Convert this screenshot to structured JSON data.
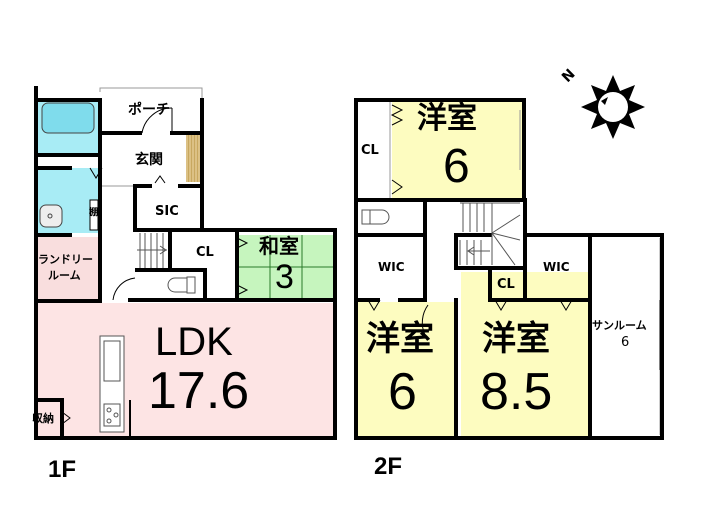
{
  "floors": {
    "first": {
      "label": "1F",
      "rooms": {
        "porch": "ポーチ",
        "entrance": "玄関",
        "sic": "SIC",
        "cl": "CL",
        "japanese_room": {
          "name": "和室",
          "size": "3"
        },
        "laundry": {
          "line1": "ランドリー",
          "line2": "ルーム"
        },
        "shelf": "棚",
        "ldk": {
          "name": "LDK",
          "size": "17.6"
        },
        "storage": "収納"
      }
    },
    "second": {
      "label": "2F",
      "rooms": {
        "western_top": {
          "name": "洋室",
          "size": "6"
        },
        "cl_top": "CL",
        "wic_left": "WIC",
        "wic_right": "WIC",
        "cl_mid": "CL",
        "western_left": {
          "name": "洋室",
          "size": "6"
        },
        "western_right": {
          "name": "洋室",
          "size": "8.5"
        },
        "sunroom": {
          "name": "サンルーム",
          "size": "6"
        }
      }
    }
  },
  "compass": {
    "north_label": "N",
    "icon": "sun-compass-icon"
  },
  "colors": {
    "bath": "#a8ecf5",
    "laundry": "#f9dede",
    "japanese": "#c6f5be",
    "ldk": "#fde4e4",
    "western": "#fdfcc0",
    "genkan_floor": "#dcc185",
    "wall": "#000000"
  }
}
